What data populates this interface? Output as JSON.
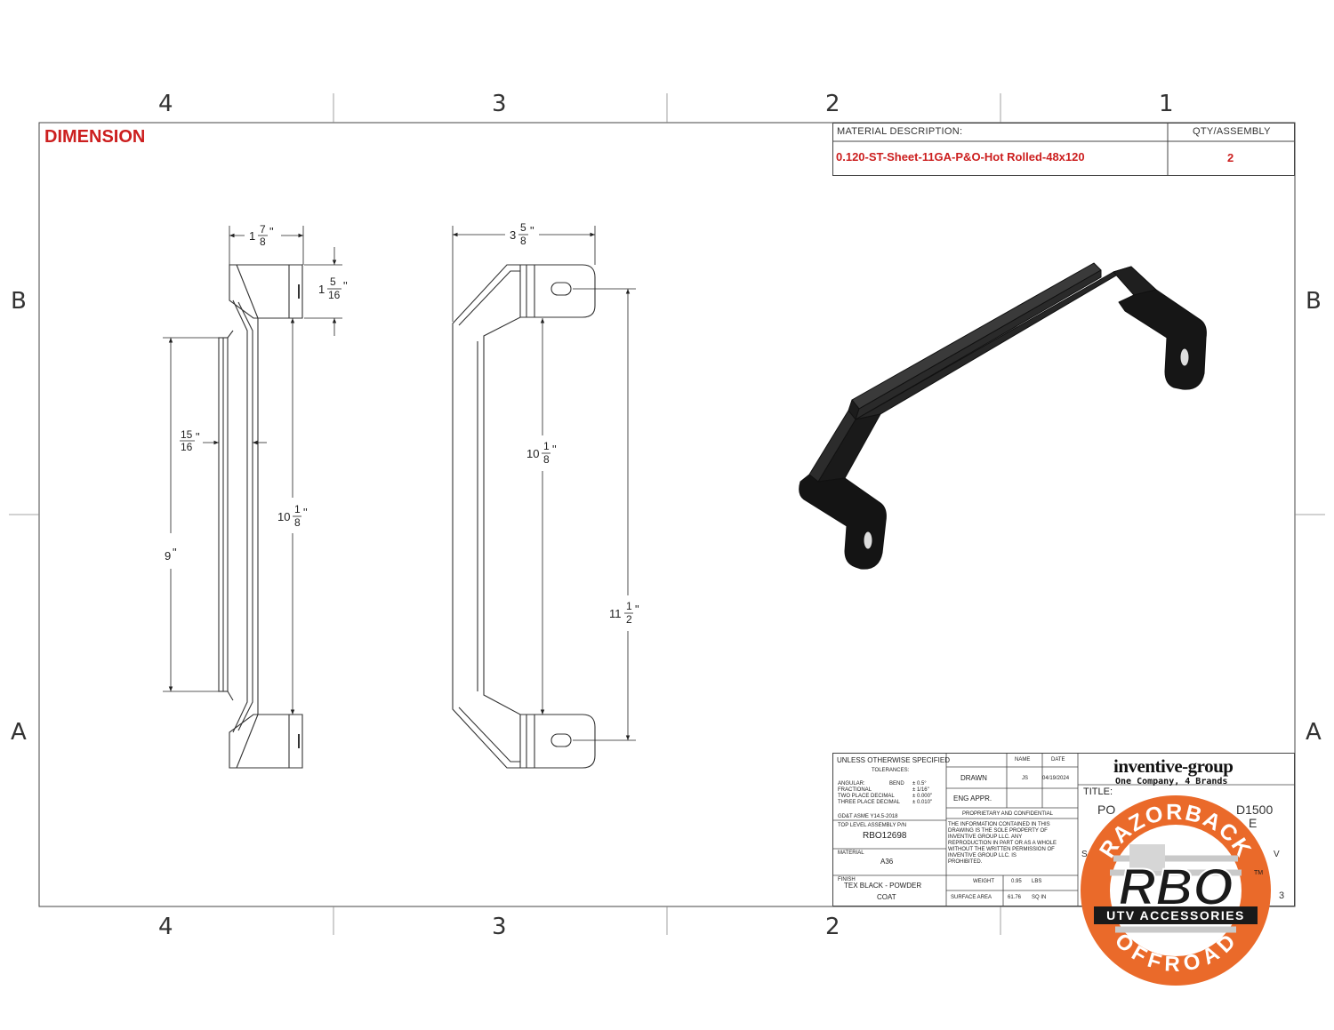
{
  "zones": {
    "top": [
      "4",
      "3",
      "2",
      "1"
    ],
    "bottom": [
      "4",
      "3",
      "2"
    ],
    "left": [
      "B",
      "A"
    ],
    "right": [
      "B",
      "A"
    ]
  },
  "header": {
    "title": "DIMENSION"
  },
  "material_table": {
    "desc_label": "MATERIAL DESCRIPTION:",
    "qty_label": "QTY/ASSEMBLY",
    "desc_value": "0.120-ST-Sheet-11GA-P&O-Hot Rolled-48x120",
    "qty_value": "2"
  },
  "dimensions": {
    "side_width": {
      "whole": "1",
      "num": "7",
      "den": "8"
    },
    "side_tab": {
      "whole": "1",
      "num": "5",
      "den": "16"
    },
    "side_depth": {
      "whole": "",
      "num": "15",
      "den": "16"
    },
    "side_length_a": {
      "whole": "9",
      "num": "",
      "den": ""
    },
    "side_length_b": {
      "whole": "10",
      "num": "1",
      "den": "8"
    },
    "front_width": {
      "whole": "3",
      "num": "5",
      "den": "8"
    },
    "front_inner": {
      "whole": "10",
      "num": "1",
      "den": "8"
    },
    "front_total": {
      "whole": "11",
      "num": "1",
      "den": "2"
    },
    "inch_mark": "\""
  },
  "title_block": {
    "unless": "UNLESS OTHERWISE SPECIFIED",
    "tolerances": "TOLERANCES:",
    "angular": "ANGULAR:",
    "bend": "BEND",
    "bend_val": "± 0.5°",
    "fractional": "FRACTIONAL",
    "fractional_val": "± 1/16\"",
    "two_place": "TWO PLACE DECIMAL",
    "two_place_val": "± 0.000\"",
    "three_place": "THREE PLACE DECIMAL",
    "three_place_val": "± 0.010\"",
    "gdt": "GD&T ASME Y14.5-2018",
    "top_level": "TOP LEVEL ASSEMBLY P/N",
    "top_level_val": "RBO12698",
    "material_label": "MATERIAL",
    "material_val": "A36",
    "finish_label": "FINISH",
    "finish_val1": "TEX BLACK - POWDER",
    "finish_val2": "COAT",
    "name_col": "NAME",
    "date_col": "DATE",
    "drawn": "DRAWN",
    "drawn_name": "JS",
    "drawn_date": "04/19/2024",
    "eng_appr": "ENG APPR.",
    "prop_title": "PROPRIETARY AND CONFIDENTIAL",
    "prop_lines": [
      "THE INFORMATION CONTAINED IN THIS",
      "DRAWING IS THE SOLE PROPERTY OF",
      "INVENTIVE GROUP LLC. ANY",
      "REPRODUCTION IN PART OR AS A WHOLE",
      "WITHOUT THE WRITTEN PERMISSION OF",
      "INVENTIVE GROUP LLC. IS",
      "PROHIBITED."
    ],
    "weight_label": "WEIGHT",
    "weight_val": "0.95",
    "weight_unit": "LBS",
    "surface_label": "SURFACE AREA",
    "surface_val": "61.76",
    "surface_unit": "SQ IN",
    "title_label": "TITLE:",
    "title_frag1": "PO",
    "title_frag2": "D1500",
    "title_frag3": "E",
    "rev_frag": "V",
    "sheet_frag": "3",
    "size_frag": "S"
  },
  "company": {
    "name": "inventive-group",
    "tagline": "One Company, 4 Brands"
  },
  "logo": {
    "arc_top": "RAZORBACK",
    "mark": "RBO",
    "tm": "TM",
    "band": "UTV ACCESSORIES",
    "arc_bottom": "OFFROAD",
    "color_orange": "#ea6a2a",
    "color_dark": "#1a1a1a"
  }
}
